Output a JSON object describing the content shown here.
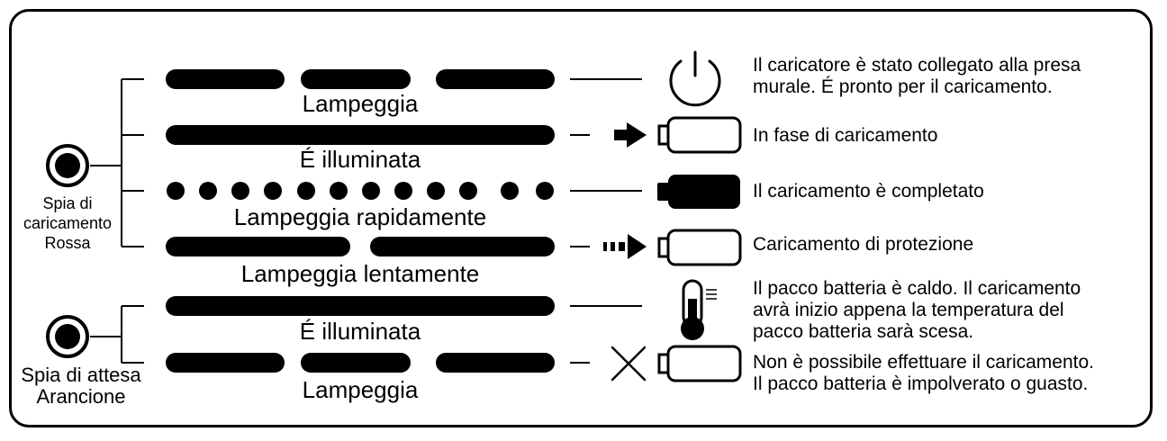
{
  "lamps": {
    "red": {
      "lines": [
        "Spia di",
        "caricamento",
        "Rossa"
      ],
      "color": "#000000"
    },
    "orange": {
      "lines": [
        "Spia di attesa",
        "Arancione"
      ],
      "color": "#000000"
    }
  },
  "patterns": {
    "blink": "Lampeggia",
    "lit_1": "É illuminata",
    "fast_blink": "Lampeggia rapidamente",
    "slow_blink": "Lampeggia lentamente",
    "lit_2": "É illuminata",
    "blink_2": "Lampeggia"
  },
  "descriptions": {
    "row1": [
      "Il caricatore è stato collegato alla presa",
      "murale. É pronto per il caricamento."
    ],
    "row2": [
      "In fase di caricamento"
    ],
    "row3": [
      "Il caricamento è completato"
    ],
    "row4": [
      "Caricamento di protezione"
    ],
    "row5": [
      "Il pacco batteria è caldo. Il caricamento",
      "avrà inizio appena la temperatura del",
      "pacco batteria sarà scesa."
    ],
    "row6": [
      "Non è possibile effettuare il caricamento.",
      "Il pacco batteria è impolverato o guasto."
    ]
  },
  "icons": {
    "row1": "power-icon",
    "row2": "arrow-battery-empty-icon",
    "row3": "battery-full-icon",
    "row4": "dashed-arrow-battery-empty-icon",
    "row5": "thermometer-icon",
    "row6": "cross-battery-empty-icon"
  }
}
